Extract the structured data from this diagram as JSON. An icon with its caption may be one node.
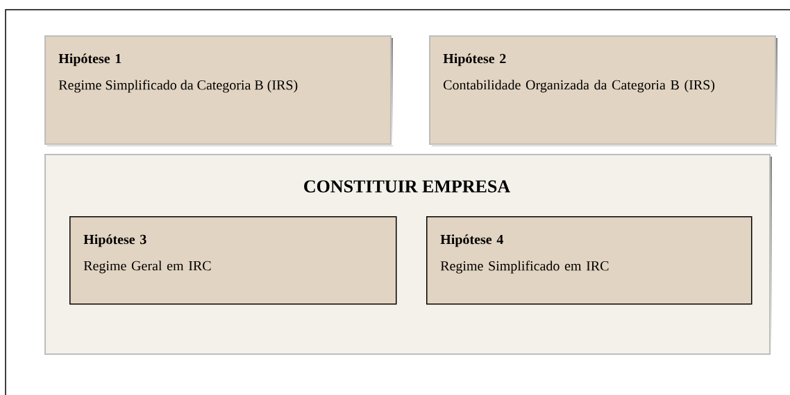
{
  "diagram": {
    "nodes": [
      {
        "text": [
          "Hipótese 1",
          "Regime Simplificado da Categoria B (IRS)"
        ]
      },
      {
        "text": [
          "Hipótese 2",
          "Contabilidade Organizada da Categoria B (IRS)"
        ]
      },
      {
        "text": [
          "CONSTITUIR EMPRESA"
        ]
      },
      {
        "text": [
          "Hipótese 3",
          "Regime Geral em IRC"
        ],
        "in": 2
      },
      {
        "text": [
          "Hipótese 4",
          "Regime Simplificado em IRC"
        ],
        "in": 2
      }
    ],
    "edges": []
  }
}
